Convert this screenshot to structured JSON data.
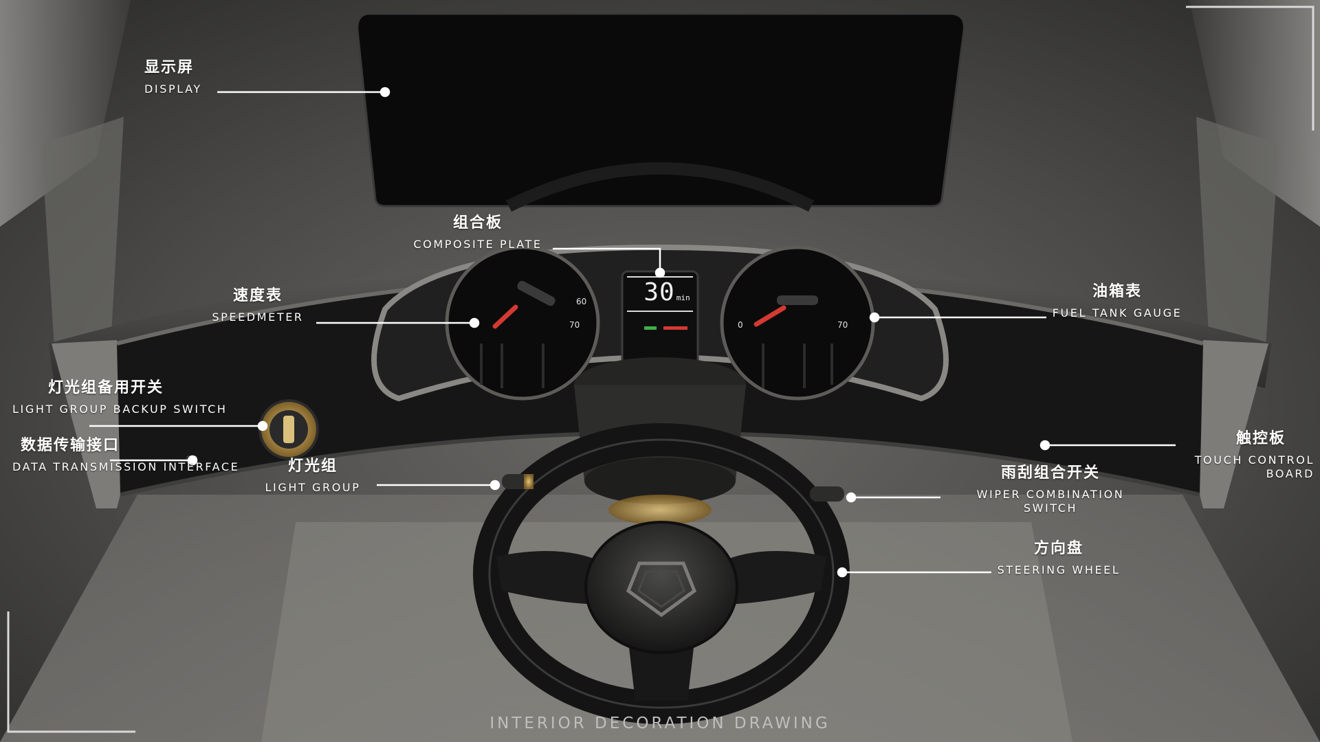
{
  "callouts": {
    "display": {
      "cn": "显示屏",
      "en": "DISPLAY"
    },
    "composite_plate": {
      "cn": "组合板",
      "en": "COMPOSITE PLATE"
    },
    "speedometer": {
      "cn": "速度表",
      "en": "SPEEDMETER"
    },
    "fuel_tank_gauge": {
      "cn": "油箱表",
      "en": "FUEL TANK GAUGE"
    },
    "light_group_backup_switch": {
      "cn": "灯光组备用开关",
      "en": "LIGHT GROUP BACKUP SWITCH"
    },
    "data_transmission_interface": {
      "cn": "数据传输接口",
      "en": "DATA TRANSMISSION INTERFACE"
    },
    "light_group": {
      "cn": "灯光组",
      "en": "LIGHT GROUP"
    },
    "touch_control_board": {
      "cn": "触控板",
      "en": "TOUCH CONTROL BOARD"
    },
    "wiper_combination_switch": {
      "cn": "雨刮组合开关",
      "en": "WIPER COMBINATION SWITCH"
    },
    "steering_wheel": {
      "cn": "方向盘",
      "en": "STEERING WHEEL"
    }
  },
  "instrument": {
    "readout_value": "30",
    "readout_unit": "min",
    "speed_ticks": [
      "60",
      "70"
    ],
    "fuel_ticks": [
      "0",
      "70"
    ]
  },
  "footer": {
    "caption": "INTERIOR DECORATION DRAWING"
  },
  "colors": {
    "label": "#ffffff",
    "caption": "#bfbfbf",
    "needle": "#d23a32",
    "indicator_green": "#3fae4b",
    "indicator_red": "#d23a32",
    "brass": "#b8924a"
  }
}
